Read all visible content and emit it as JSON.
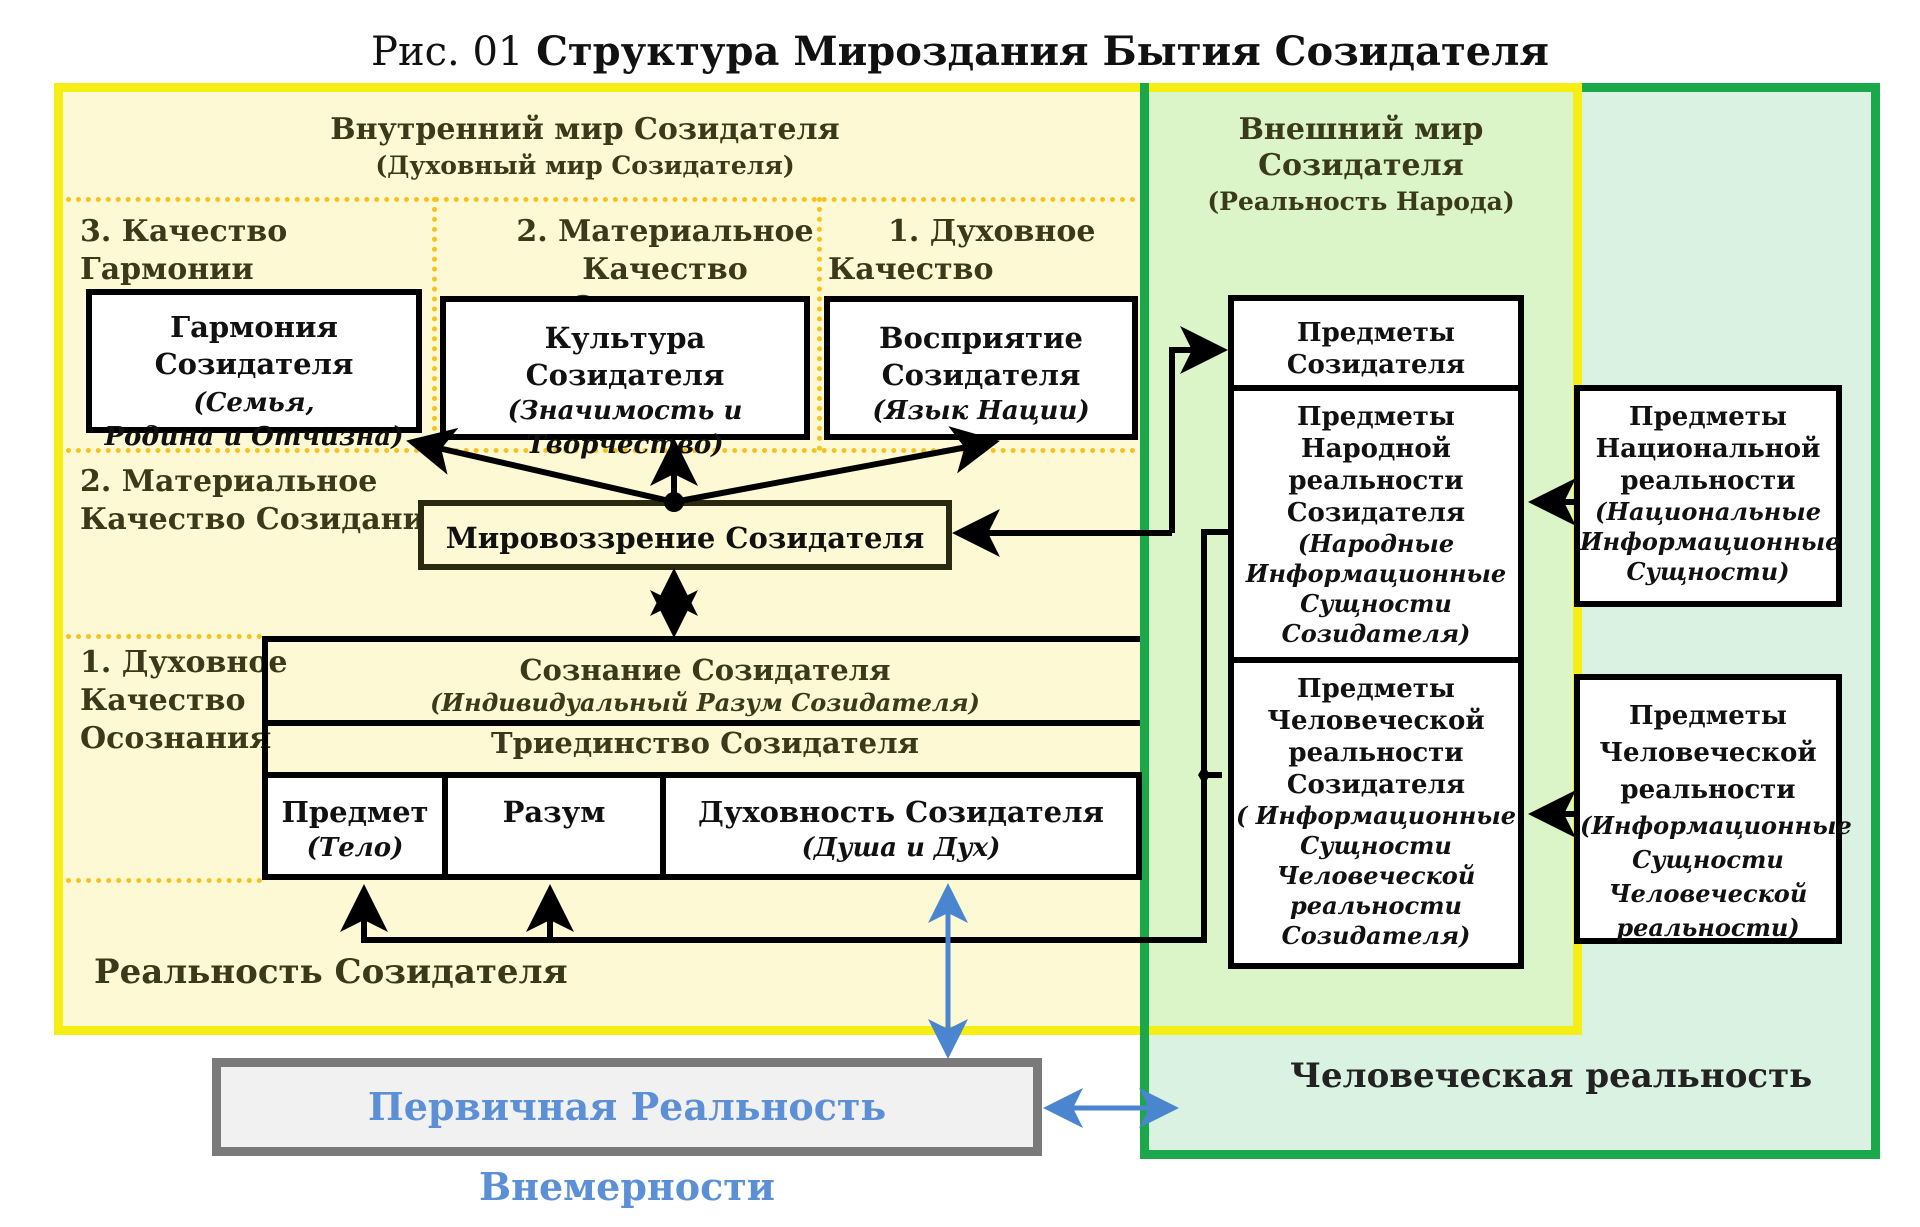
{
  "figure": {
    "title_prefix": "Рис. 01 ",
    "title_main": "Структура Мироздания Бытия Созидателя"
  },
  "inner_world": {
    "title": "Внутренний мир Созидателя",
    "subtitle": "(Духовный мир Созидателя)",
    "footer": "Реальность Созидателя",
    "row_top": {
      "q3": [
        "3. Качество",
        "Гармонии"
      ],
      "q2": [
        "2. Материальное",
        "Качество Созидания"
      ],
      "q1": [
        "1. Духовное",
        "Качество"
      ]
    },
    "row_mid": [
      "2. Материальное",
      "Качество Созидания"
    ],
    "row_bottom": [
      "1. Духовное",
      "Качество",
      "Осознания"
    ],
    "boxes": {
      "harmony": {
        "title1": "Гармония",
        "title2": "Созидателя ",
        "detail_inline": "(Семья,",
        "detail": "Родина и Отчизна)"
      },
      "culture": {
        "title": "Культура Созидателя",
        "detail1": "(Значимость и",
        "detail2": "Творчество)"
      },
      "perception": {
        "title1": "Восприятие",
        "title2": "Созидателя",
        "detail": "(Язык Нации)"
      },
      "worldview": {
        "title": "Мировоззрение Созидателя"
      },
      "consciousness": {
        "title": "Сознание Созидателя",
        "detail": "(Индивидуальный Разум Созидателя)"
      },
      "trinity": {
        "title": "Триединство Созидателя"
      },
      "object": {
        "title": "Предмет",
        "detail": "(Тело)"
      },
      "mind": {
        "title": "Разум"
      },
      "spirituality": {
        "title": "Духовность Созидателя",
        "detail": "(Душа и Дух)"
      }
    }
  },
  "outer_world": {
    "title": "Внешний мир Созидателя",
    "subtitle": "(Реальность Народа)",
    "boxes": {
      "creator_objects": [
        "Предметы",
        "Созидателя"
      ],
      "people_objects": {
        "lines": [
          "Предметы",
          "Народной",
          "реальности",
          "Созидателя"
        ],
        "detail": [
          "(Народные",
          "Информационные",
          "Сущности",
          "Созидателя)"
        ]
      },
      "human_objects": {
        "lines": [
          "Предметы",
          "Человеческой",
          "реальности",
          "Созидателя"
        ],
        "detail": [
          "( Информационные",
          "Сущности",
          "Человеческой",
          "реальности",
          "Созидателя)"
        ]
      }
    }
  },
  "human_reality": {
    "title": "Человеческая реальность",
    "boxes": {
      "national": {
        "lines": [
          "Предметы",
          "Национальной",
          "реальности"
        ],
        "detail": [
          "(Национальные",
          "Информационные",
          "Сущности)"
        ]
      },
      "human": {
        "lines": [
          "Предметы",
          "Человеческой",
          "реальности"
        ],
        "detail": [
          "(Информационные",
          "Сущности",
          "Человеческой",
          "реальности)"
        ]
      }
    }
  },
  "primary": {
    "title": "Первичная Реальность Внемерности"
  },
  "colors": {
    "inner_bg": "#fcf9d4",
    "inner_border": "#f5ee14",
    "dotted": "#f7c21e",
    "outer_bg": "#dbf5c8",
    "human_bg": "#d9f2e1",
    "human_border": "#1aa84a",
    "primary_text": "#5b8fd6",
    "blue_arrow": "#4a86d0",
    "gray_border": "#7a7a7a"
  }
}
